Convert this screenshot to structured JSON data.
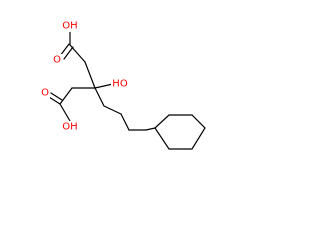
{
  "molecule": {
    "labels": {
      "top_carboxyl_oh": "OH",
      "top_carboxyl_o": "O",
      "hydroxyl": "HO",
      "bottom_carboxyl_o": "O",
      "bottom_carboxyl_oh": "OH"
    },
    "colors": {
      "bond": "#000000",
      "oxygen_label": "#ff0000",
      "hydrogen_label": "#000000"
    }
  }
}
